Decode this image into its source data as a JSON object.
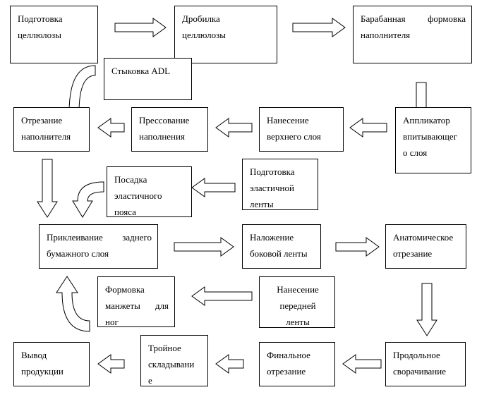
{
  "diagram": {
    "steps": [
      {
        "id": "cellulose-prep",
        "lines": [
          "Подготовка",
          "целлюлозы"
        ]
      },
      {
        "id": "cellulose-crusher",
        "lines": [
          "Дробилка",
          "целлюлозы"
        ]
      },
      {
        "id": "drum-forming",
        "lines": [
          "Барабанная формовка",
          "наполнителя"
        ]
      },
      {
        "id": "adl-joining",
        "lines": [
          "Стыковка ADL"
        ]
      },
      {
        "id": "filler-cutting",
        "lines": [
          "Отрезание",
          "наполнителя"
        ]
      },
      {
        "id": "filling-pressing",
        "lines": [
          "Прессование",
          "наполнения"
        ]
      },
      {
        "id": "top-layer",
        "lines": [
          "Нанесение",
          "верхнего слоя"
        ]
      },
      {
        "id": "absorbent-applicator",
        "lines": [
          "Аппликатор",
          "впитывающег",
          "о слоя"
        ]
      },
      {
        "id": "elastic-waistband",
        "lines": [
          "Посадка",
          "эластичного",
          "пояса"
        ]
      },
      {
        "id": "elastic-tape-prep",
        "lines": [
          "Подготовка",
          "эластичной",
          "ленты"
        ]
      },
      {
        "id": "back-paper-gluing",
        "lines": [
          "Приклеивание заднего",
          "бумажного слоя"
        ]
      },
      {
        "id": "side-tape",
        "lines": [
          "Наложение",
          "боковой ленты"
        ]
      },
      {
        "id": "anatomic-cutting",
        "lines": [
          "Анатомическое",
          "отрезание"
        ]
      },
      {
        "id": "leg-cuff-forming",
        "lines": [
          "Формовка",
          "манжеты для",
          "ног"
        ]
      },
      {
        "id": "front-tape",
        "lines": [
          "Нанесение",
          "передней",
          "ленты"
        ]
      },
      {
        "id": "product-output",
        "lines": [
          "Вывод",
          "продукции"
        ]
      },
      {
        "id": "triple-folding",
        "lines": [
          "Тройное",
          "складывани",
          "е"
        ]
      },
      {
        "id": "final-cutting",
        "lines": [
          "Финальное",
          "отрезание"
        ]
      },
      {
        "id": "longitudinal-folding",
        "lines": [
          "Продольное",
          "сворачивание"
        ]
      }
    ],
    "flows": [
      [
        "cellulose-prep",
        "cellulose-crusher"
      ],
      [
        "cellulose-crusher",
        "drum-forming"
      ],
      [
        "drum-forming",
        "absorbent-applicator"
      ],
      [
        "absorbent-applicator",
        "top-layer"
      ],
      [
        "top-layer",
        "filling-pressing"
      ],
      [
        "filling-pressing",
        "filler-cutting"
      ],
      [
        "adl-joining",
        "filler-cutting"
      ],
      [
        "filler-cutting",
        "back-paper-gluing"
      ],
      [
        "elastic-tape-prep",
        "elastic-waistband"
      ],
      [
        "elastic-waistband",
        "back-paper-gluing"
      ],
      [
        "back-paper-gluing",
        "side-tape"
      ],
      [
        "side-tape",
        "anatomic-cutting"
      ],
      [
        "anatomic-cutting",
        "longitudinal-folding"
      ],
      [
        "front-tape",
        "leg-cuff-forming"
      ],
      [
        "leg-cuff-forming",
        "back-paper-gluing"
      ],
      [
        "longitudinal-folding",
        "final-cutting"
      ],
      [
        "final-cutting",
        "triple-folding"
      ],
      [
        "triple-folding",
        "product-output"
      ]
    ],
    "colors": {
      "stroke": "#000000",
      "fill": "#ffffff"
    }
  }
}
